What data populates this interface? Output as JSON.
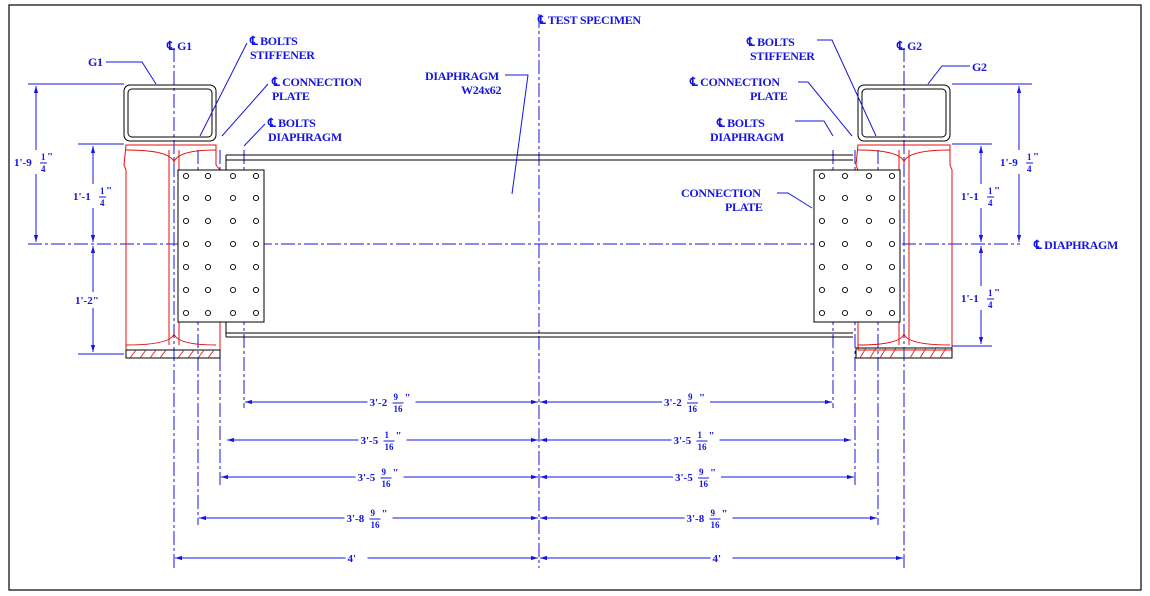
{
  "labels": {
    "cl_test_specimen": "℄ TEST SPECIMEN",
    "cl_g1": "℄ G1",
    "cl_g2": "℄ G2",
    "g1": "G1",
    "g2": "G2",
    "cl_bolts_stiffener_left": [
      "℄ BOLTS",
      "STIFFENER"
    ],
    "cl_connection_plate_left": [
      "℄ CONNECTION",
      "PLATE"
    ],
    "cl_bolts_diaphragm_left": [
      "℄ BOLTS",
      "DIAPHRAGM"
    ],
    "diaphragm": [
      "DIAPHRAGM",
      "W24x62"
    ],
    "cl_bolts_stiffener_right": [
      "℄ BOLTS",
      "STIFFENER"
    ],
    "cl_connection_plate_right": [
      "℄ CONNECTION",
      "PLATE"
    ],
    "cl_bolts_diaphragm_right": [
      "℄ BOLTS",
      "DIAPHRAGM"
    ],
    "connection_plate": [
      "CONNECTION",
      "PLATE"
    ],
    "cl_diaphragm": "℄ DIAPHRAGM"
  },
  "vertical_dims": {
    "left_outer": {
      "whole": "1'-9",
      "num": "1",
      "den": "4",
      "tail": "\""
    },
    "left_upper": {
      "whole": "1'-1",
      "num": "1",
      "den": "4",
      "tail": "\""
    },
    "left_lower": {
      "whole": "1'-2\"",
      "num": "",
      "den": "",
      "tail": ""
    },
    "right_outer": {
      "whole": "1'-9",
      "num": "1",
      "den": "4",
      "tail": "\""
    },
    "right_upper": {
      "whole": "1'-1",
      "num": "1",
      "den": "4",
      "tail": "\""
    },
    "right_lower": {
      "whole": "1'-1",
      "num": "1",
      "den": "4",
      "tail": "\""
    }
  },
  "horizontal_dims": [
    {
      "left": {
        "whole": "3'-2",
        "num": "9",
        "den": "16",
        "tail": "\""
      },
      "right": {
        "whole": "3'-2",
        "num": "9",
        "den": "16",
        "tail": "\""
      }
    },
    {
      "left": {
        "whole": "3'-5",
        "num": "1",
        "den": "16",
        "tail": "\""
      },
      "right": {
        "whole": "3'-5",
        "num": "1",
        "den": "16",
        "tail": "\""
      }
    },
    {
      "left": {
        "whole": "3'-5",
        "num": "9",
        "den": "16",
        "tail": "\""
      },
      "right": {
        "whole": "3'-5",
        "num": "9",
        "den": "16",
        "tail": "\""
      }
    },
    {
      "left": {
        "whole": "3'-8",
        "num": "9",
        "den": "16",
        "tail": "\""
      },
      "right": {
        "whole": "3'-8",
        "num": "9",
        "den": "16",
        "tail": "\""
      }
    },
    {
      "left": {
        "whole": "4'",
        "num": "",
        "den": "",
        "tail": ""
      },
      "right": {
        "whole": "4'",
        "num": "",
        "den": "",
        "tail": ""
      }
    }
  ],
  "colors": {
    "linework": "#1515e0",
    "girder": "#e01010",
    "steel": "#000000"
  }
}
